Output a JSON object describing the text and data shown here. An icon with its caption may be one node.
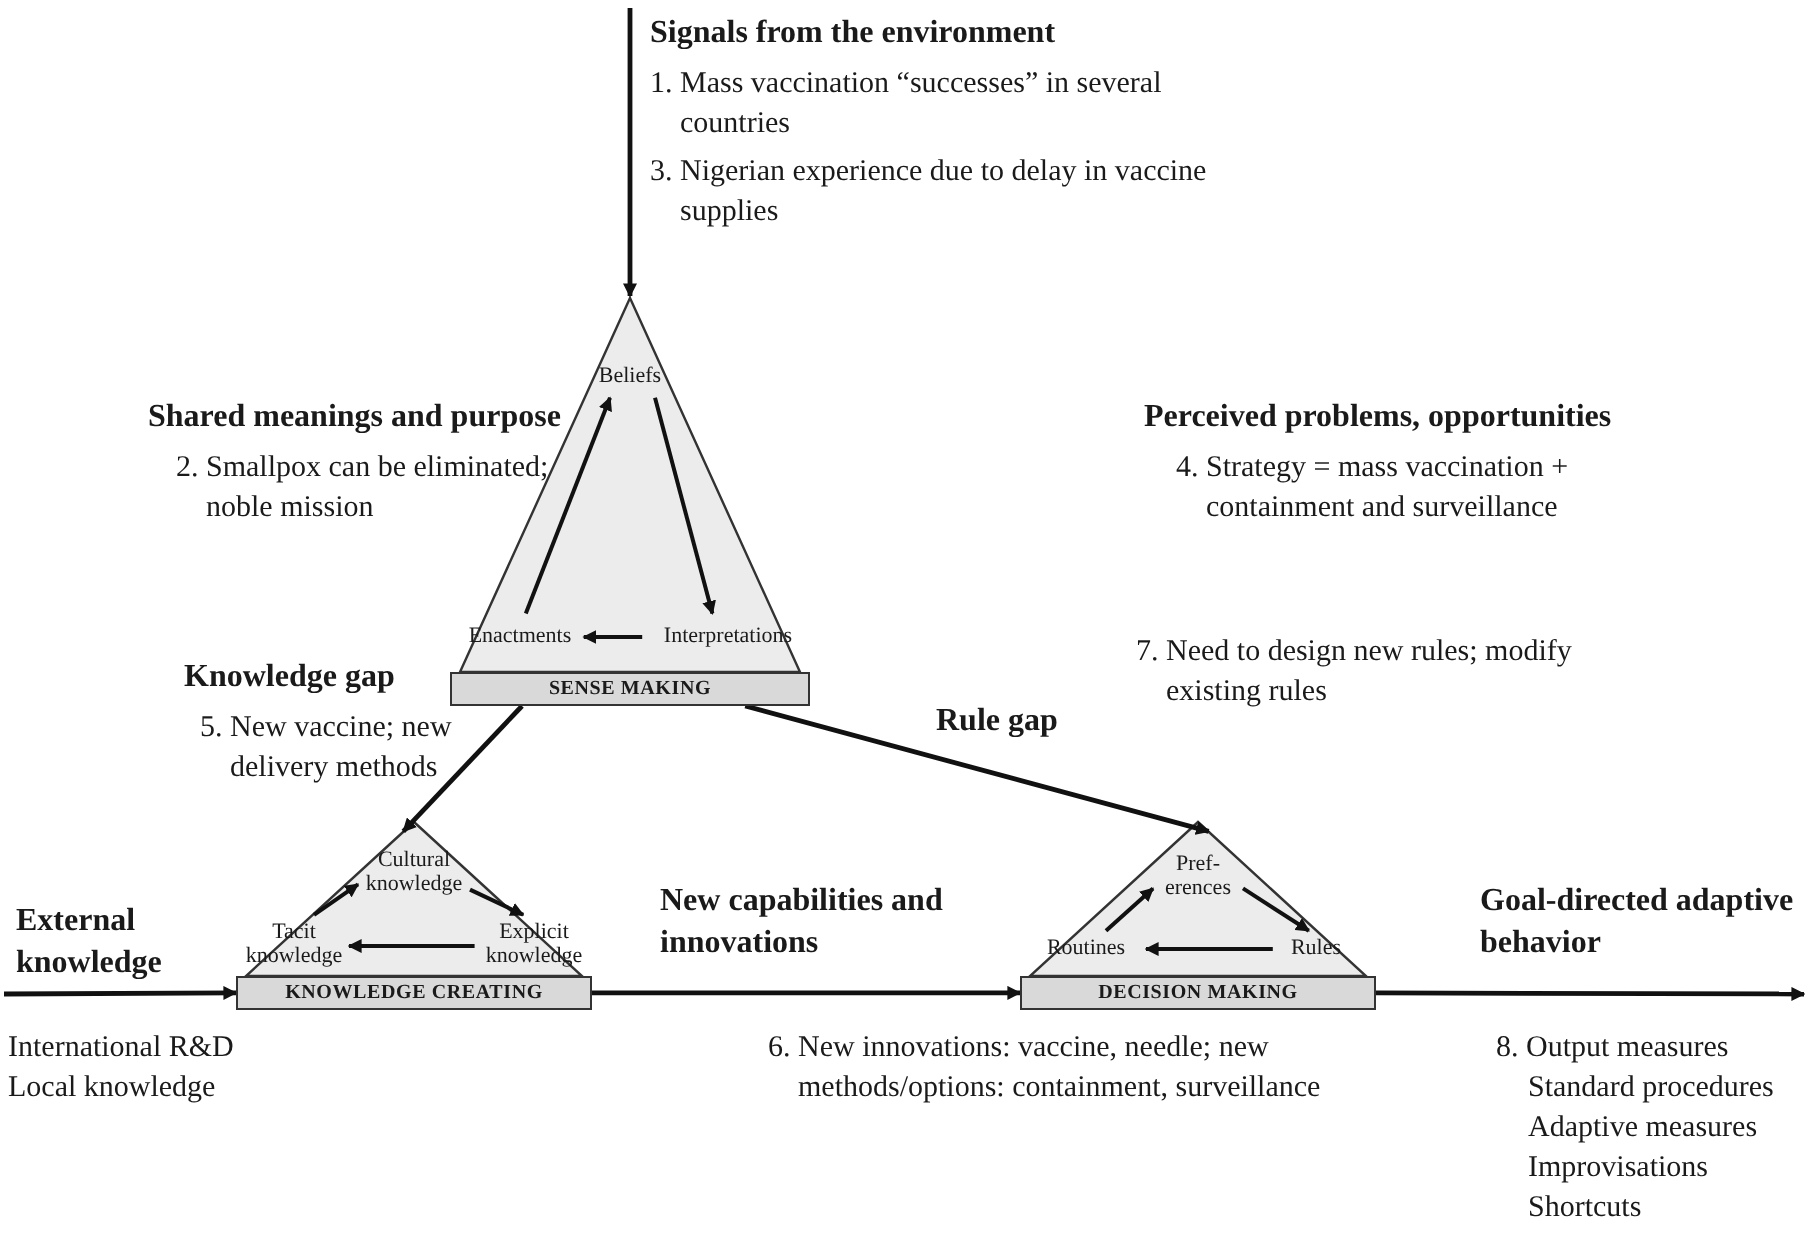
{
  "diagram": {
    "nodes": [
      {
        "text": [
          "SENSE MAKING"
        ]
      },
      {
        "text": [
          "Beliefs"
        ],
        "in": 0
      },
      {
        "text": [
          "Interpretations"
        ],
        "in": 0
      },
      {
        "text": [
          "Enactments"
        ],
        "in": 0
      },
      {
        "text": [
          "KNOWLEDGE CREATING"
        ]
      },
      {
        "text": [
          "Cultural knowledge"
        ],
        "in": 4
      },
      {
        "text": [
          "Explicit knowledge"
        ],
        "in": 4
      },
      {
        "text": [
          "Tacit knowledge"
        ],
        "in": 4
      },
      {
        "text": [
          "DECISION MAKING"
        ]
      },
      {
        "text": [
          "Pref- erences"
        ],
        "in": 8
      },
      {
        "text": [
          "Rules"
        ],
        "in": 8
      },
      {
        "text": [
          "Routines"
        ],
        "in": 8
      }
    ],
    "edges": [
      {
        "from": null,
        "to": 0,
        "arrow": "to",
        "label": "Signals from the environment"
      },
      {
        "from": 3,
        "to": 1,
        "arrow": "to"
      },
      {
        "from": 1,
        "to": 2,
        "arrow": "to"
      },
      {
        "from": 2,
        "to": 3,
        "arrow": "to"
      },
      {
        "from": 0,
        "to": 4,
        "arrow": "to",
        "label": "Knowledge gap"
      },
      {
        "from": 0,
        "to": 8,
        "arrow": "to",
        "label": "Rule gap"
      },
      {
        "from": 7,
        "to": 5,
        "arrow": "to"
      },
      {
        "from": 5,
        "to": 6,
        "arrow": "to"
      },
      {
        "from": 6,
        "to": 7,
        "arrow": "to"
      },
      {
        "from": 11,
        "to": 9,
        "arrow": "to"
      },
      {
        "from": 9,
        "to": 10,
        "arrow": "to"
      },
      {
        "from": 10,
        "to": 11,
        "arrow": "to"
      },
      {
        "from": null,
        "to": 4,
        "arrow": "to",
        "label": "External knowledge"
      },
      {
        "from": 4,
        "to": 8,
        "arrow": "to",
        "label": "New capabilities and innovations"
      },
      {
        "from": 8,
        "to": null,
        "arrow": "to",
        "label": "Goal-directed adaptive behavior"
      }
    ],
    "labels": [
      "1. Mass vaccination “successes” in several countries",
      "3. Nigerian experience due to delay in vaccine supplies",
      "Shared meanings and purpose",
      "2. Smallpox can be eliminated; noble mission",
      "Perceived problems, opportunities",
      "4. Strategy = mass vaccination + containment and surveillance",
      "5. New vaccine; new delivery methods",
      "7. Need to design new rules; modify existing rules",
      "International R&D",
      "Local knowledge",
      "6. New innovations: vaccine, needle; new methods/options: containment, surveillance",
      "8. Output measures",
      "Standard procedures",
      "Adaptive measures",
      "Improvisations",
      "Shortcuts"
    ]
  }
}
